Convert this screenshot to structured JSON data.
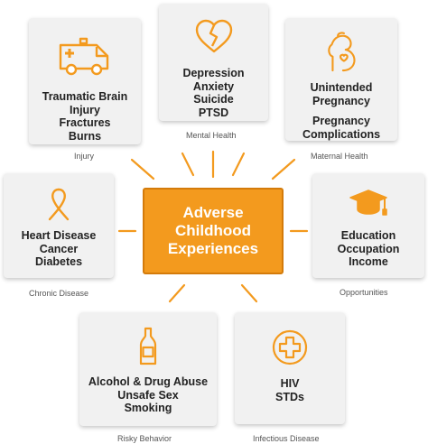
{
  "center": {
    "lines": [
      "Adverse",
      "Childhood",
      "Experiences"
    ]
  },
  "accent_color": "#f39a1e",
  "categories": {
    "injury": {
      "caption": "Injury",
      "icon": "ambulance-icon",
      "lines": [
        "Traumatic Brain",
        "Injury",
        "Fractures",
        "Burns"
      ]
    },
    "mental_health": {
      "caption": "Mental Health",
      "icon": "broken-heart-icon",
      "lines": [
        "Depression",
        "Anxiety",
        "Suicide",
        "PTSD"
      ]
    },
    "maternal_health": {
      "caption": "Maternal Health",
      "icon": "pregnant-woman-icon",
      "lines": [
        "Unintended",
        "Pregnancy"
      ],
      "lines2": [
        "Pregnancy",
        "Complications"
      ]
    },
    "chronic_disease": {
      "caption": "Chronic Disease",
      "icon": "awareness-ribbon-icon",
      "lines": [
        "Heart Disease",
        "Cancer",
        "Diabetes"
      ]
    },
    "opportunities": {
      "caption": "Opportunities",
      "icon": "graduation-cap-icon",
      "lines": [
        "Education",
        "Occupation",
        "Income"
      ]
    },
    "risky_behavior": {
      "caption": "Risky Behavior",
      "icon": "bottle-icon",
      "lines": [
        "Alcohol & Drug Abuse",
        "Unsafe Sex",
        "Smoking"
      ]
    },
    "infectious_disease": {
      "caption": "Infectious Disease",
      "icon": "medical-cross-icon",
      "lines": [
        "HIV",
        "STDs"
      ]
    }
  }
}
